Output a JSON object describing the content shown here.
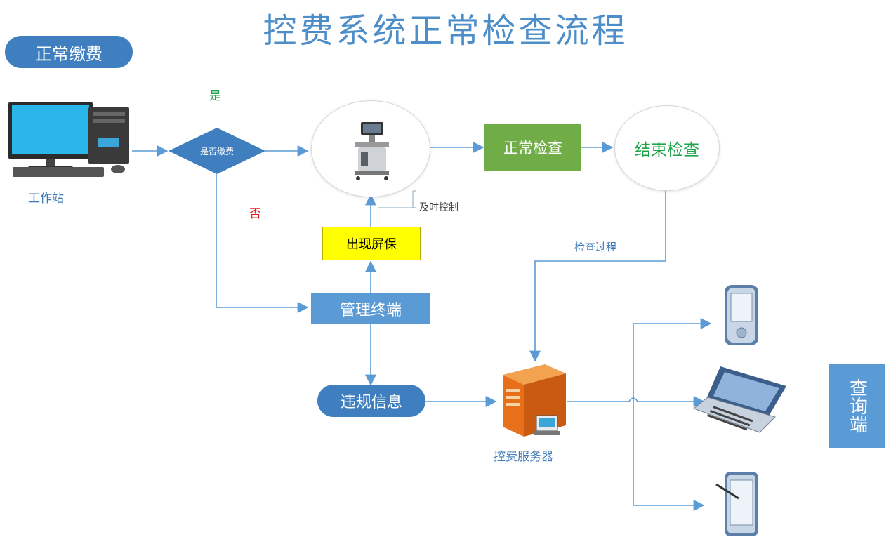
{
  "title": "控费系统正常检查流程",
  "badge_normal_payment": "正常缴费",
  "workstation_label": "工作站",
  "decision": {
    "text": "是否缴费",
    "yes_label": "是",
    "no_label": "否"
  },
  "nodes": {
    "normal_check": "正常检查",
    "end_check": "结束检查",
    "screensaver": "出现屏保",
    "management_terminal": "管理终端",
    "violation_info": "违规信息",
    "server": "控费服务器",
    "query_end": "查询端"
  },
  "edge_labels": {
    "timely_control": "及时控制",
    "check_process": "检查过程"
  },
  "colors": {
    "blue": "#5b9bd5",
    "dark_blue": "#3f7fbf",
    "green_box": "#70ad47",
    "green_text": "#1fa34a",
    "red_text": "#e02020",
    "yellow": "#ffff00",
    "server_orange": "#e8701a"
  },
  "icons": [
    "desktop-computer-icon",
    "ultrasound-machine-icon",
    "server-icon",
    "pda-icon",
    "laptop-icon",
    "tablet-pen-icon"
  ]
}
